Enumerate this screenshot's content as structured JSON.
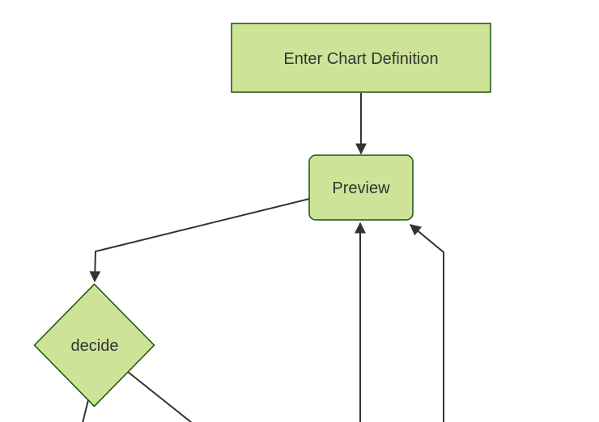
{
  "diagram": {
    "type": "flowchart",
    "theme": {
      "background": "#ffffff",
      "node_fill": "#cde498",
      "node_border": "#13540c",
      "edge_color": "#333333",
      "label_color": "#333333"
    },
    "nodes": [
      {
        "id": "enter-chart-definition",
        "label": "Enter Chart Definition",
        "shape": "rectangle"
      },
      {
        "id": "preview",
        "label": "Preview",
        "shape": "rounded-rectangle"
      },
      {
        "id": "decide",
        "label": "decide",
        "shape": "diamond"
      }
    ],
    "edges": [
      {
        "from": "enter-chart-definition",
        "to": "preview",
        "arrowhead": true
      },
      {
        "from": "preview",
        "to": "decide",
        "arrowhead": true
      },
      {
        "from": "decide",
        "to": "offscreen-bottom-left",
        "arrowhead": false
      },
      {
        "from": "decide",
        "to": "offscreen-bottom-right",
        "arrowhead": false
      },
      {
        "from": "offscreen-bottom-center",
        "to": "preview",
        "arrowhead": true
      },
      {
        "from": "offscreen-bottom-right",
        "to": "preview",
        "arrowhead": true
      }
    ]
  }
}
